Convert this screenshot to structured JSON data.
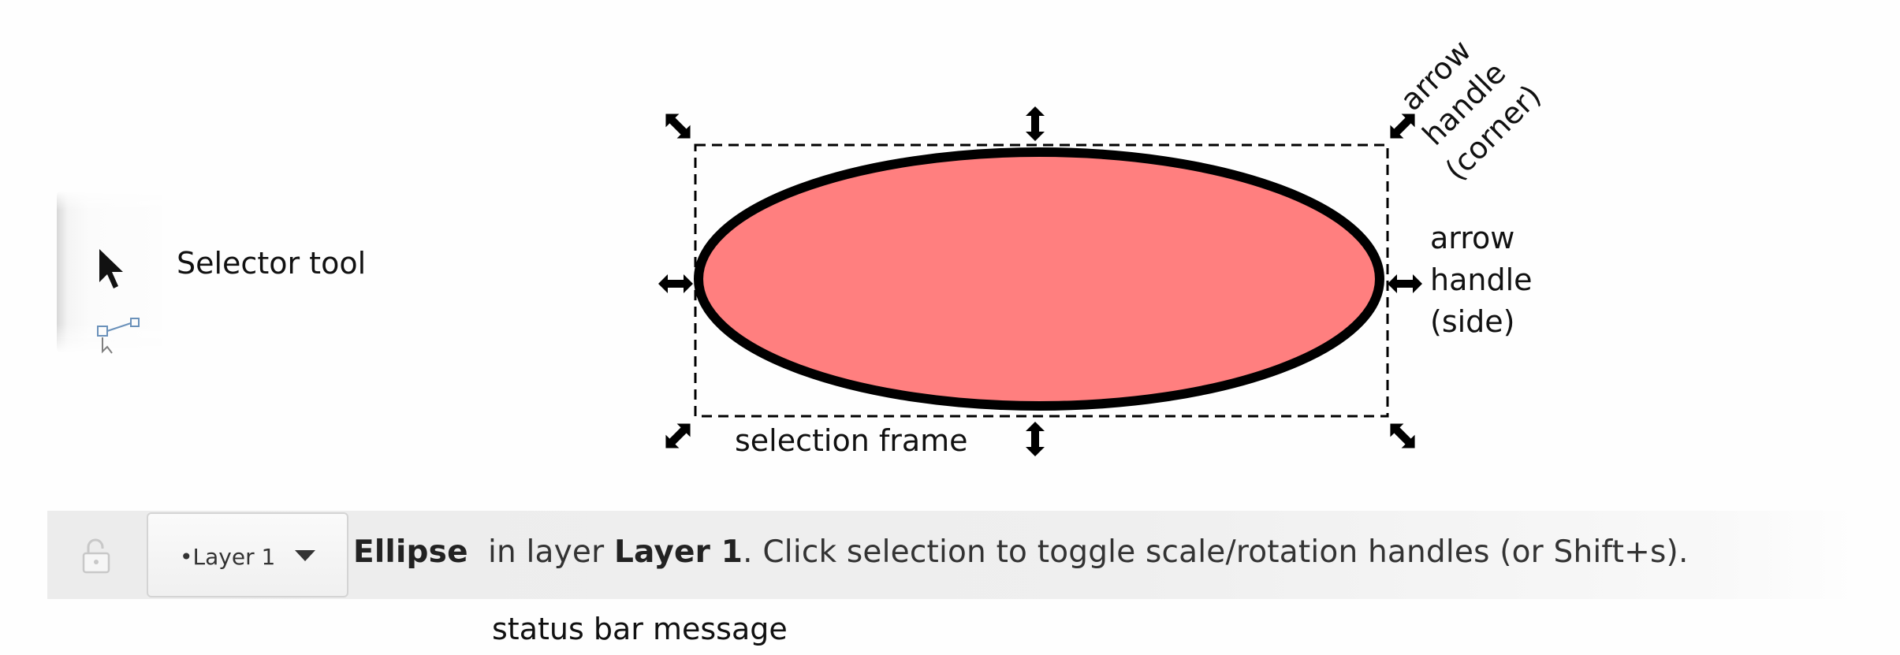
{
  "toolbox": {
    "selector_label": "Selector tool"
  },
  "canvas": {
    "ellipse_fill": "#ff7f7f",
    "ellipse_stroke": "#000000",
    "selection_frame_label": "selection frame",
    "corner_handle_label": [
      "arrow",
      "handle",
      "(corner)"
    ],
    "side_handle_label": [
      "arrow",
      "handle",
      "(side)"
    ]
  },
  "statusbar": {
    "layer_dropdown": "•Layer 1",
    "object_type": "Ellipse",
    "in_layer_text": "in layer",
    "layer_name": "Layer 1",
    "message": ". Click selection to toggle scale/rotation handles (or Shift+s).",
    "annotation": "status bar message"
  },
  "icons": {
    "selector": "selector-arrow-icon",
    "node": "node-tool-icon",
    "lock": "lock-icon",
    "dropdown": "chevron-down-icon",
    "scale_handle": "double-arrow-icon"
  }
}
